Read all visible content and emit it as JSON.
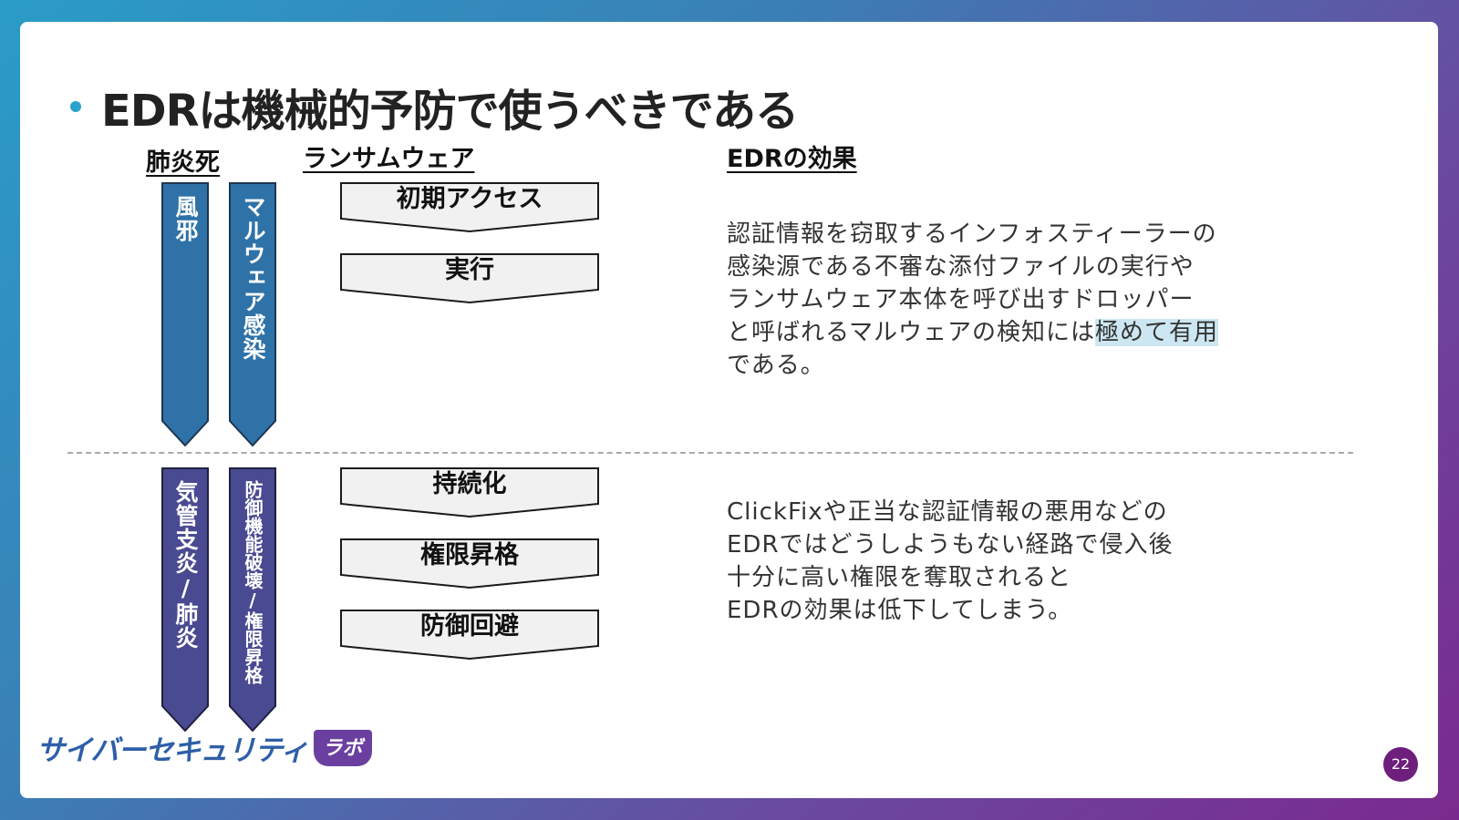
{
  "slide": {
    "title": "EDRは機械的予防で使うべきである",
    "page_number": "22"
  },
  "headers": {
    "pneumonia": "肺炎死",
    "ransomware": "ランサムウェア",
    "edr_effect": "EDRの効果"
  },
  "pneumonia_stages": [
    "風邪",
    "気管支炎/肺炎"
  ],
  "malware_stages": [
    "マルウェア感染",
    "防御機能破壊/権限昇格"
  ],
  "attack_steps": [
    "初期アクセス",
    "実行",
    "持続化",
    "権限昇格",
    "防御回避"
  ],
  "effect_upper": {
    "lines": [
      "認証情報を窃取するインフォスティーラーの",
      "感染源である不審な添付ファイルの実行や",
      "ランサムウェア本体を呼び出すドロッパー"
    ],
    "line4_prefix": "と呼ばれるマルウェアの検知には",
    "line4_highlight": "極めて有用",
    "line5": "である。"
  },
  "effect_lower": {
    "lines": [
      "ClickFixや正当な認証情報の悪用などの",
      "EDRではどうしようもない経路で侵入後",
      "十分に高い権限を奪取されると",
      "EDRの効果は低下してしまう。"
    ]
  },
  "logo": {
    "text": "サイバーセキュリティ",
    "badge": "ラボ"
  },
  "colors": {
    "upper_arrow": "#2e72a8",
    "lower_arrow": "#4a4a92",
    "highlight": "#cce7f1",
    "page_badge": "#6e1f7c",
    "bullet": "#29a3cc"
  }
}
